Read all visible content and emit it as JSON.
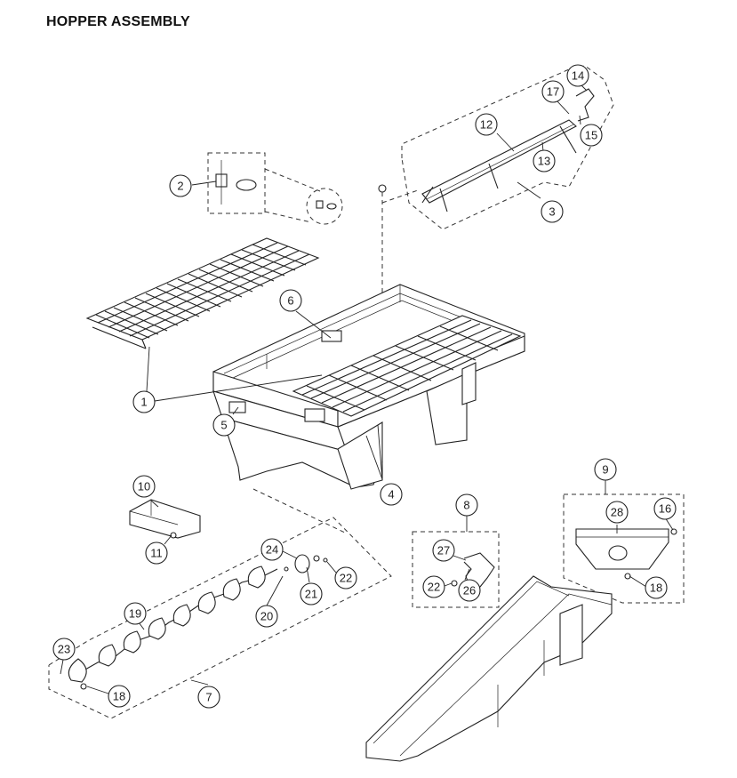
{
  "title": "HOPPER ASSEMBLY",
  "callouts": [
    "1",
    "2",
    "3",
    "4",
    "5",
    "6",
    "7",
    "8",
    "9",
    "10",
    "11",
    "12",
    "13",
    "14",
    "15",
    "16",
    "17",
    "18",
    "18",
    "19",
    "20",
    "21",
    "22",
    "22",
    "23",
    "24",
    "26",
    "27",
    "28"
  ]
}
